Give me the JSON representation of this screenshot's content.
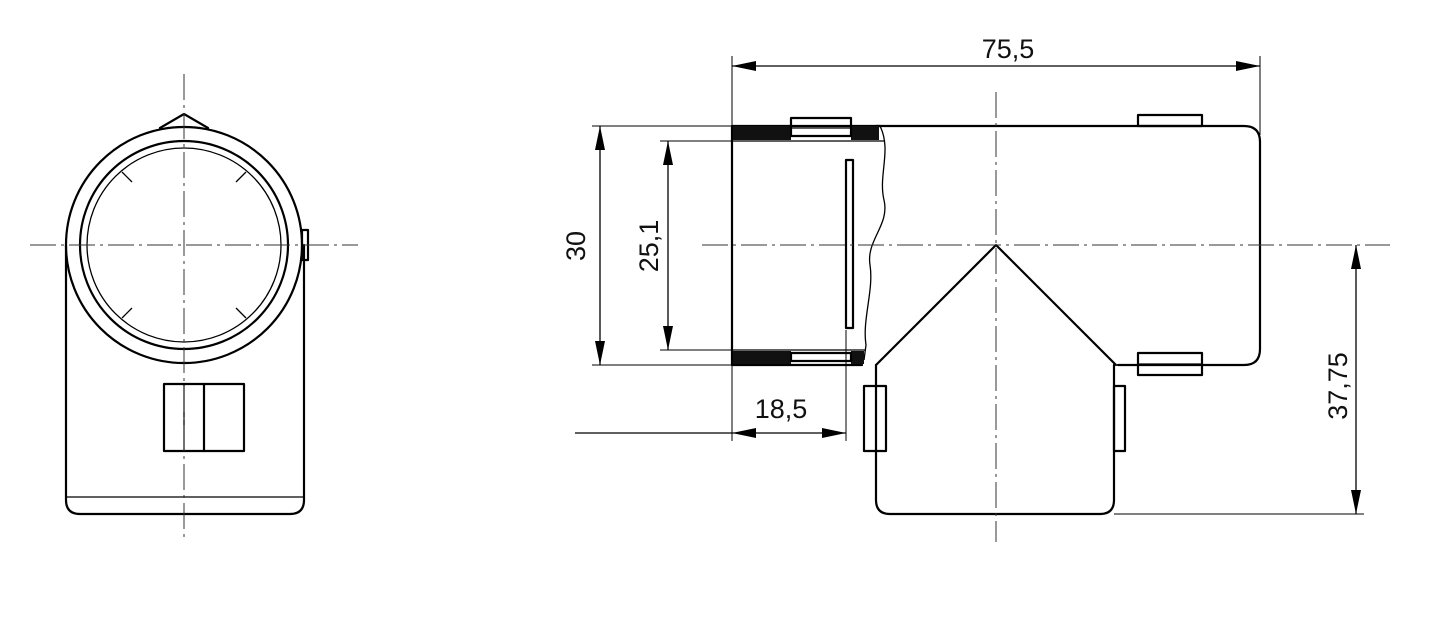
{
  "drawing": {
    "dimensions": {
      "overall_length": "75,5",
      "outer_diameter": "30",
      "inner_diameter": "25,1",
      "insert_depth": "18,5",
      "branch_height": "37,75"
    }
  }
}
